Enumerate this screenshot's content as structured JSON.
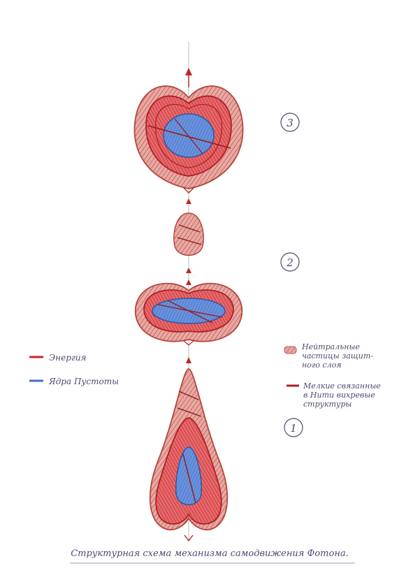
{
  "caption": "Структурная схема механизма самодвижения Фотона.",
  "stages": [
    {
      "number": "3"
    },
    {
      "number": "2"
    },
    {
      "number": "1"
    }
  ],
  "legend_left": [
    {
      "label": "Энергия"
    },
    {
      "label": "Ядра Пустоты"
    }
  ],
  "legend_right": [
    {
      "lines": [
        "Нейтральные",
        "частицы защит-",
        "ного слоя"
      ]
    },
    {
      "lines": [
        "Мелкие связанные",
        "в Нити вихревые",
        "структуры"
      ]
    }
  ],
  "colors": {
    "energy": "#c8282a",
    "void_core": "#3f6fc8",
    "protective_layer": "#c9736a",
    "ink": "#4a4a72"
  }
}
